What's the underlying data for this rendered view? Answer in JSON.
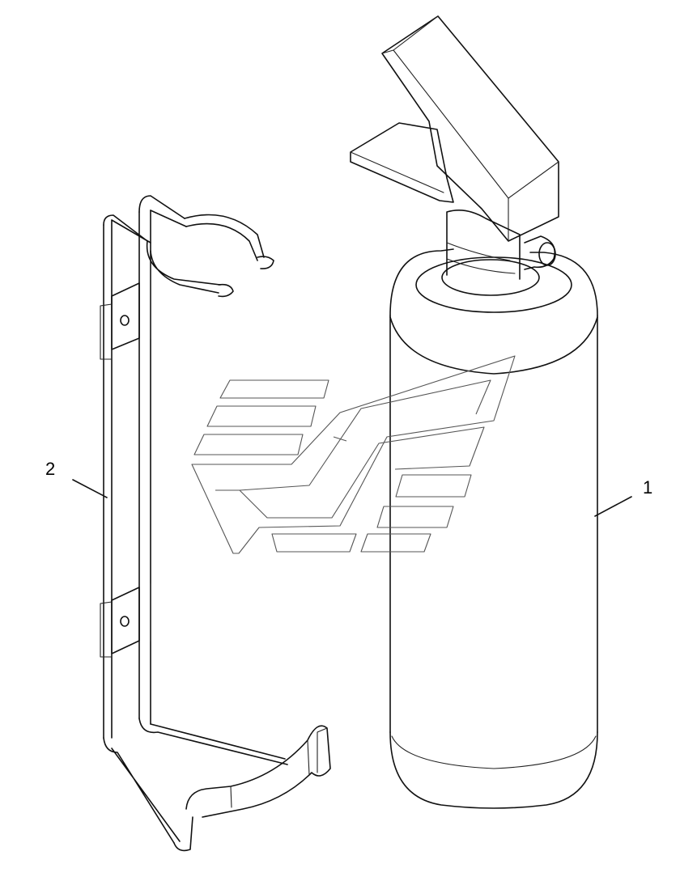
{
  "callouts": [
    {
      "id": "1",
      "label": "1",
      "part": "fire-extinguisher"
    },
    {
      "id": "2",
      "label": "2",
      "part": "mounting-bracket"
    }
  ],
  "colors": {
    "line": "#111111",
    "background": "#ffffff",
    "watermark": "#555555"
  }
}
